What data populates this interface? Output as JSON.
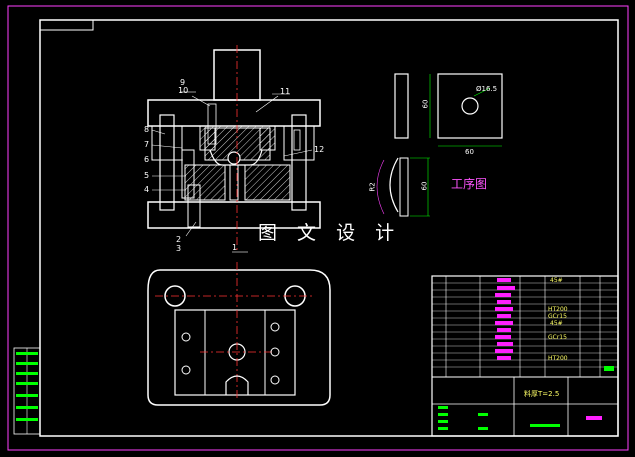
{
  "drawing": {
    "banner": "图 文 设 计",
    "process_label": "工序图"
  },
  "part_numbers": {
    "n9": "9",
    "n10": "10",
    "n11": "11",
    "n8": "8",
    "n7": "7",
    "n6": "6",
    "n5": "5",
    "n4": "4",
    "n12": "12",
    "n2": "2",
    "n3": "3",
    "n1": "1"
  },
  "dimensions": {
    "blank_diameter": "Ø16.5",
    "blank_width": "60",
    "blank_height": "60",
    "formed_radius": "R2",
    "formed_height": "60"
  },
  "title_block": {
    "material_note": "料厚T=2.5",
    "bom_entries": [
      "45#",
      "HT200",
      "GCr15",
      "45#",
      "GCr15",
      "HT200"
    ]
  },
  "colors": {
    "frame": "#ffffff",
    "inner_frame": "#ff40ff",
    "centerline": "#ff3333",
    "hatch": "#ffffff",
    "accent_magenta": "#ff20ff",
    "accent_green": "#00ff00",
    "text_yellow": "#ffff66"
  }
}
